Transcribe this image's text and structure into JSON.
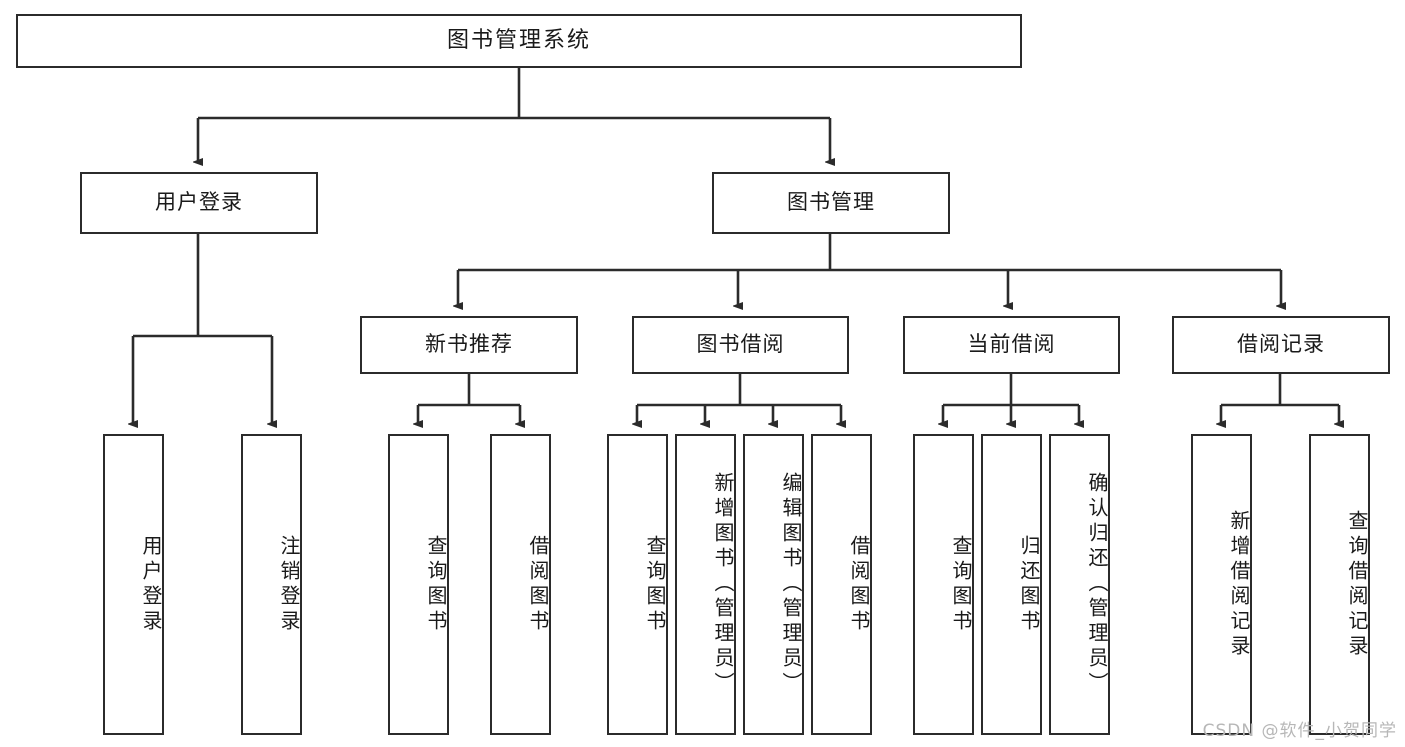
{
  "diagram": {
    "title": "图书管理系统",
    "type": "tree",
    "watermark": "CSDN @软件_小贺同学",
    "colors": {
      "box_border": "#2b2b2b",
      "box_fill": "#ffffff",
      "edge": "#2b2b2b",
      "text": "#1a1a1a",
      "watermark": "#b7b7b7",
      "background": "#ffffff"
    },
    "root": {
      "label": "图书管理系统"
    },
    "level2": [
      {
        "id": "user-login",
        "label": "用户登录"
      },
      {
        "id": "book-management",
        "label": "图书管理"
      }
    ],
    "level3": [
      {
        "id": "new-book-recommend",
        "label": "新书推荐",
        "parent": "book-management"
      },
      {
        "id": "book-borrow",
        "label": "图书借阅",
        "parent": "book-management"
      },
      {
        "id": "current-borrow",
        "label": "当前借阅",
        "parent": "book-management"
      },
      {
        "id": "borrow-record",
        "label": "借阅记录",
        "parent": "book-management"
      }
    ],
    "leaves": [
      {
        "id": "leaf-user-login",
        "label": "用户登录",
        "parent": "user-login"
      },
      {
        "id": "leaf-logout-login",
        "label": "注销登录",
        "parent": "user-login"
      },
      {
        "id": "leaf-query-book-1",
        "label": "查询图书",
        "parent": "new-book-recommend"
      },
      {
        "id": "leaf-borrow-book-1",
        "label": "借阅图书",
        "parent": "new-book-recommend"
      },
      {
        "id": "leaf-query-book-2",
        "label": "查询图书",
        "parent": "book-borrow"
      },
      {
        "id": "leaf-add-book",
        "label": "新增图书（管理员）",
        "parent": "book-borrow"
      },
      {
        "id": "leaf-edit-book",
        "label": "编辑图书（管理员）",
        "parent": "book-borrow"
      },
      {
        "id": "leaf-borrow-book-2",
        "label": "借阅图书",
        "parent": "book-borrow"
      },
      {
        "id": "leaf-query-book-3",
        "label": "查询图书",
        "parent": "current-borrow"
      },
      {
        "id": "leaf-return-book",
        "label": "归还图书",
        "parent": "current-borrow"
      },
      {
        "id": "leaf-confirm-return",
        "label": "确认归还（管理员）",
        "parent": "current-borrow"
      },
      {
        "id": "leaf-add-record",
        "label": "新增借阅记录",
        "parent": "borrow-record"
      },
      {
        "id": "leaf-query-record",
        "label": "查询借阅记录",
        "parent": "borrow-record"
      }
    ]
  }
}
